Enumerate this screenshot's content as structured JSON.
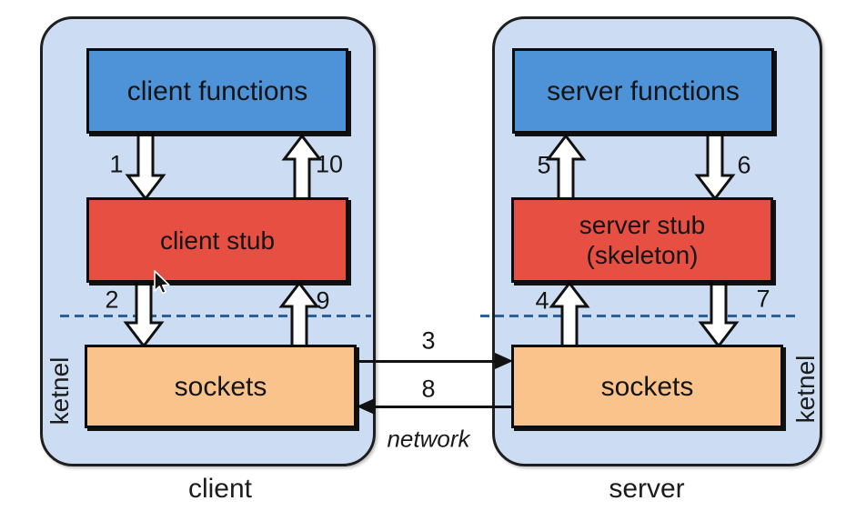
{
  "diagram": {
    "client": {
      "functions_label": "client functions",
      "stub_label": "client stub",
      "sockets_label": "sockets",
      "kernel_label": "ketnel",
      "caption": "client"
    },
    "server": {
      "functions_label": "server functions",
      "stub_label_line1": "server stub",
      "stub_label_line2": "(skeleton)",
      "sockets_label": "sockets",
      "kernel_label": "ketnel",
      "caption": "server"
    },
    "steps": {
      "s1": "1",
      "s2": "2",
      "s3": "3",
      "s4": "4",
      "s5": "5",
      "s6": "6",
      "s7": "7",
      "s8": "8",
      "s9": "9",
      "s10": "10"
    },
    "network_label": "network"
  },
  "colors": {
    "container_fill": "#cbdcf3",
    "functions_box_fill": "#4e92d8",
    "stub_box_fill": "#e74f43",
    "sockets_box_fill": "#fac38c",
    "kernel_dashed_line": "#2d5f9b",
    "arrow_fill": "#ffffff",
    "outline": "#111111"
  }
}
